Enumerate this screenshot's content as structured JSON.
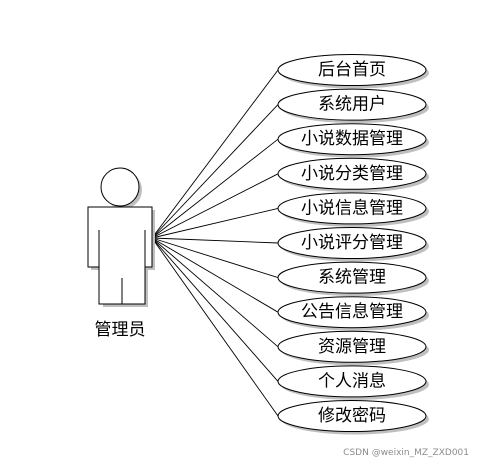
{
  "actor": {
    "label": "管理员",
    "icon": "actor-figure-icon"
  },
  "use_cases": [
    "后台首页",
    "系统用户",
    "小说数据管理",
    "小说分类管理",
    "小说信息管理",
    "小说评分管理",
    "系统管理",
    "公告信息管理",
    "资源管理",
    "个人消息",
    "修改密码"
  ],
  "watermark": "CSDN @weixin_MZ_ZXD001"
}
